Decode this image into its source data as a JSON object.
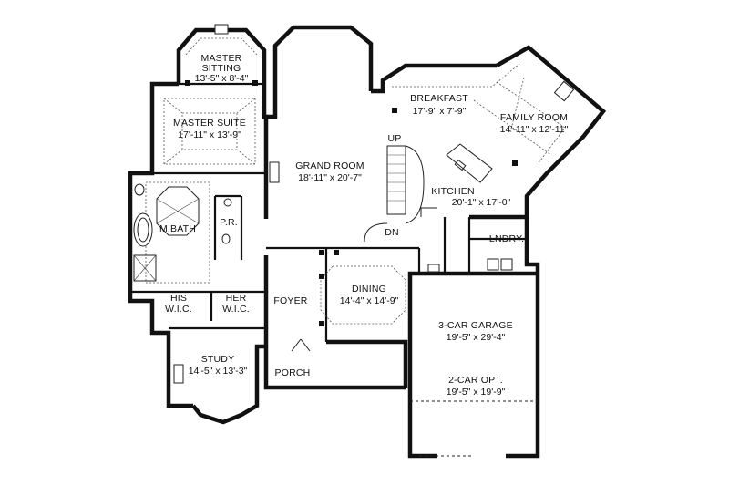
{
  "rooms": [
    {
      "id": "master-sitting",
      "name_lines": [
        "MASTER",
        "SITTING"
      ],
      "dim": "13'-5\" x 8'-4\""
    },
    {
      "id": "master-suite",
      "name_lines": [
        "MASTER SUITE"
      ],
      "dim": "17'-11\" x 13'-9\""
    },
    {
      "id": "grand-room",
      "name_lines": [
        "GRAND ROOM"
      ],
      "dim": "18'-11\" x 20'-7\""
    },
    {
      "id": "breakfast",
      "name_lines": [
        "BREAKFAST"
      ],
      "dim": "17'-9\" x 7'-9\""
    },
    {
      "id": "family-room",
      "name_lines": [
        "FAMILY ROOM"
      ],
      "dim": "14'-11\" x 12'-11\""
    },
    {
      "id": "kitchen",
      "name_lines": [
        "KITCHEN"
      ],
      "dim": "20'-1\" x 17'-0\""
    },
    {
      "id": "m-bath",
      "name_lines": [
        "M.BATH"
      ],
      "dim": ""
    },
    {
      "id": "powder-room",
      "name_lines": [
        "P.R."
      ],
      "dim": ""
    },
    {
      "id": "laundry",
      "name_lines": [
        "LNDRY."
      ],
      "dim": ""
    },
    {
      "id": "his-wic",
      "name_lines": [
        "HIS",
        "W.I.C."
      ],
      "dim": ""
    },
    {
      "id": "her-wic",
      "name_lines": [
        "HER",
        "W.I.C."
      ],
      "dim": ""
    },
    {
      "id": "foyer",
      "name_lines": [
        "FOYER"
      ],
      "dim": ""
    },
    {
      "id": "dining",
      "name_lines": [
        "DINING"
      ],
      "dim": "14'-4\" x 14'-9\""
    },
    {
      "id": "garage",
      "name_lines": [
        "3-CAR GARAGE"
      ],
      "dim": "19'-5\" x 29'-4\""
    },
    {
      "id": "garage-opt",
      "name_lines": [
        "2-CAR OPT."
      ],
      "dim": "19'-5\" x 19'-9\""
    },
    {
      "id": "study",
      "name_lines": [
        "STUDY"
      ],
      "dim": "14'-5\" x 13'-3\""
    },
    {
      "id": "porch",
      "name_lines": [
        "PORCH"
      ],
      "dim": ""
    }
  ],
  "annotations": {
    "stair_up": "UP",
    "stair_down": "DN"
  },
  "colors": {
    "wall": "#111111",
    "background": "#ffffff"
  }
}
